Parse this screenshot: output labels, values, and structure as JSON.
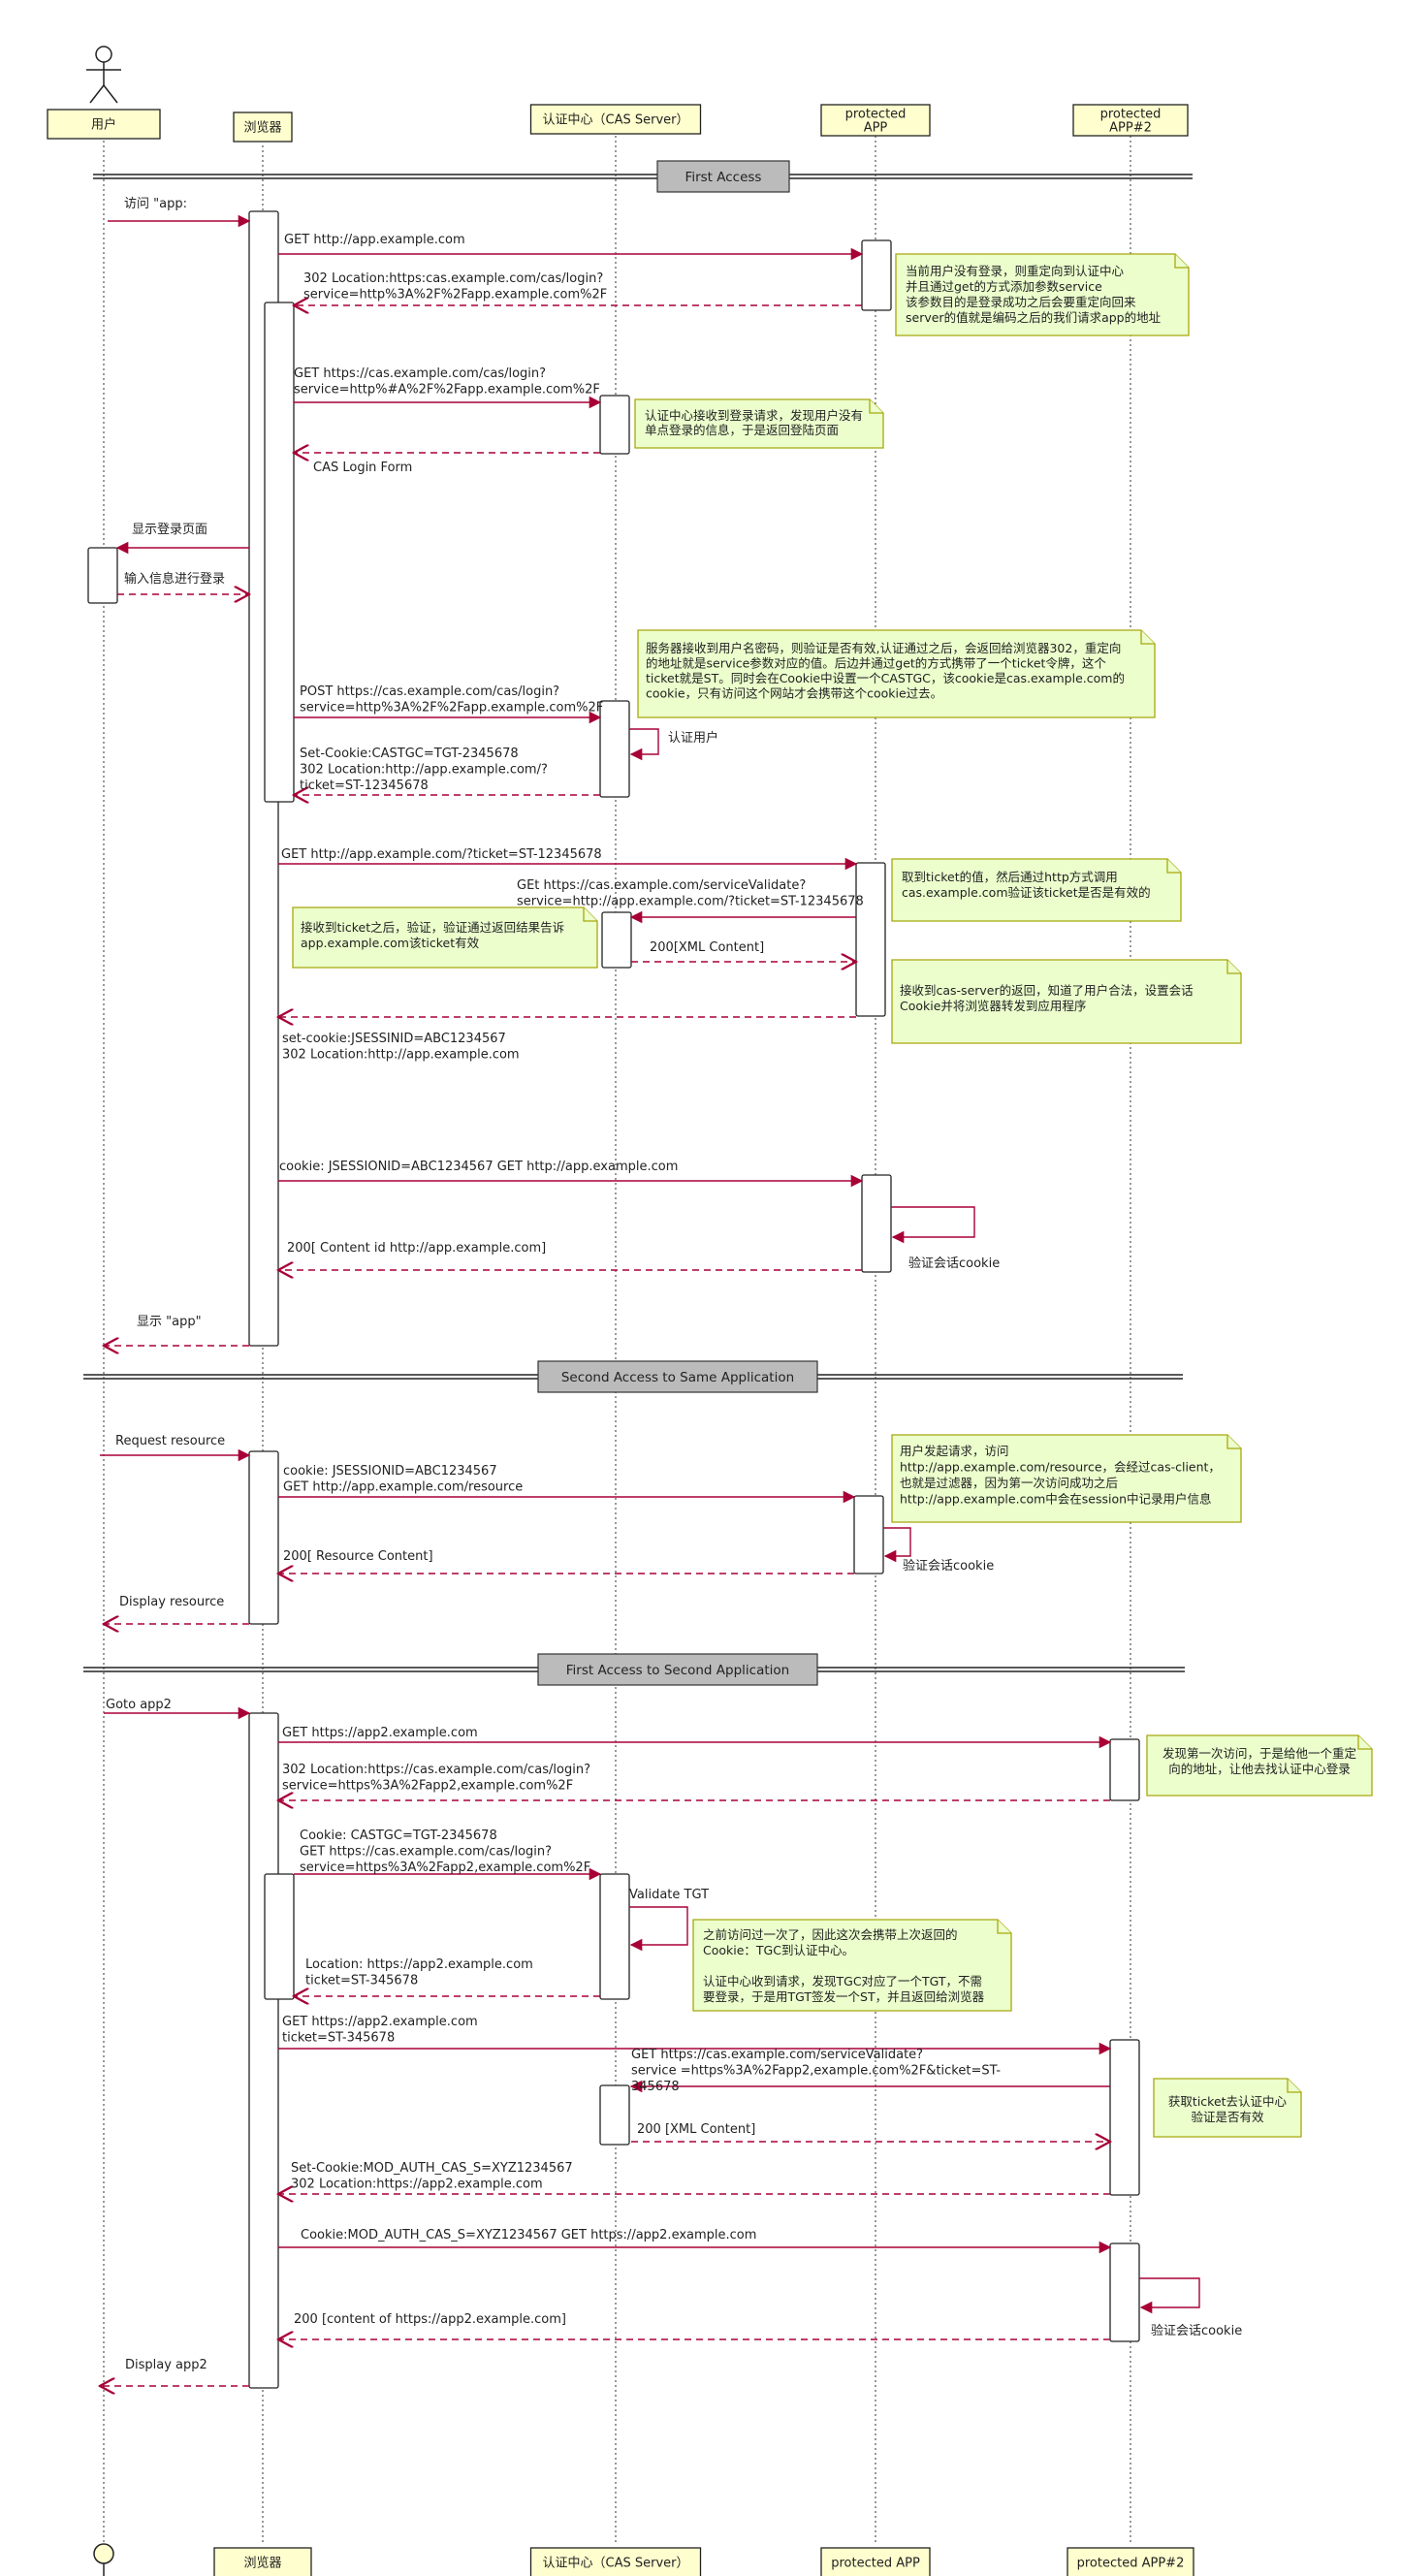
{
  "participants": [
    {
      "id": "user",
      "top_label": "用户",
      "bottom_label": "",
      "kind": "actor"
    },
    {
      "id": "browser",
      "top_label": "浏览器",
      "bottom_label": "浏览器",
      "kind": "box"
    },
    {
      "id": "cas",
      "top_label": "认证中心（CAS Server）",
      "bottom_label": "认证中心（CAS Server）",
      "kind": "box"
    },
    {
      "id": "app",
      "top_label": [
        "protected",
        "APP"
      ],
      "bottom_label": "protected APP",
      "kind": "box"
    },
    {
      "id": "app2",
      "top_label": [
        "protected",
        "APP#2"
      ],
      "bottom_label": "protected APP#2",
      "kind": "box"
    }
  ],
  "sections": [
    {
      "label": "First Access"
    },
    {
      "label": "Second Access to Same  Application"
    },
    {
      "label": "First Access to Second Application"
    }
  ],
  "messages": [
    {
      "lines": [
        "访问 \"app:"
      ]
    },
    {
      "lines": [
        "GET  http://app.example.com"
      ]
    },
    {
      "lines": [
        "302 Location:https:cas.example.com/cas/login?",
        "service=http%3A%2F%2Fapp.example.com%2F"
      ]
    },
    {
      "lines": [
        "GET https://cas.example.com/cas/login?",
        "service=http%#A%2F%2Fapp.example.com%2F"
      ]
    },
    {
      "lines": [
        "CAS Login Form"
      ]
    },
    {
      "lines": [
        "显示登录页面"
      ]
    },
    {
      "lines": [
        "输入信息进行登录"
      ]
    },
    {
      "lines": [
        "POST https://cas.example.com/cas/login?",
        "service=http%3A%2F%2Fapp.example.com%2F"
      ]
    },
    {
      "lines": [
        "认证用户"
      ]
    },
    {
      "lines": [
        "Set-Cookie:CASTGC=TGT-2345678",
        "302 Location:http://app.example.com/?",
        "ticket=ST-12345678"
      ]
    },
    {
      "lines": [
        "GET http://app.example.com/?ticket=ST-12345678"
      ]
    },
    {
      "lines": [
        "GEt https://cas.example.com/serviceValidate?",
        "service=http://app.example.com/?ticket=ST-12345678"
      ]
    },
    {
      "lines": [
        "200[XML Content]"
      ]
    },
    {
      "lines": [
        "set-cookie:JSESSINID=ABC1234567",
        "302 Location:http://app.example.com"
      ]
    },
    {
      "lines": [
        "cookie: JSESSIONID=ABC1234567 GET http://app.example.com"
      ]
    },
    {
      "lines": [
        "验证会话cookie"
      ]
    },
    {
      "lines": [
        "200[ Content id http://app.example.com]"
      ]
    },
    {
      "lines": [
        "显示 \"app\""
      ]
    },
    {
      "lines": [
        "Request resource"
      ]
    },
    {
      "lines": [
        "cookie: JSESSIONID=ABC1234567",
        "GET http://app.example.com/resource"
      ]
    },
    {
      "lines": [
        "验证会话cookie"
      ]
    },
    {
      "lines": [
        "200[ Resource Content]"
      ]
    },
    {
      "lines": [
        "Display resource"
      ]
    },
    {
      "lines": [
        "Goto app2"
      ]
    },
    {
      "lines": [
        "GET https://app2.example.com"
      ]
    },
    {
      "lines": [
        "302 Location:https://cas.example.com/cas/login?",
        "service=https%3A%2Fapp2,example.com%2F"
      ]
    },
    {
      "lines": [
        "Cookie: CASTGC=TGT-2345678",
        "GET https://cas.example.com/cas/login?",
        "service=https%3A%2Fapp2,example.com%2F"
      ]
    },
    {
      "lines": [
        "Validate TGT"
      ]
    },
    {
      "lines": [
        "Location: https://app2.example.com",
        "ticket=ST-345678"
      ]
    },
    {
      "lines": [
        "GET https://app2.example.com",
        "ticket=ST-345678"
      ]
    },
    {
      "lines": [
        "GET https://cas.example.com/serviceValidate?",
        "service =https%3A%2Fapp2,example.com%2F&ticket=ST-",
        "345678"
      ]
    },
    {
      "lines": [
        "200 [XML Content]"
      ]
    },
    {
      "lines": [
        "Set-Cookie:MOD_AUTH_CAS_S=XYZ1234567",
        "302 Location:https://app2.example.com"
      ]
    },
    {
      "lines": [
        "Cookie:MOD_AUTH_CAS_S=XYZ1234567 GET https://app2.example.com"
      ]
    },
    {
      "lines": [
        "验证会话cookie"
      ]
    },
    {
      "lines": [
        "200 [content of https://app2.example.com]"
      ]
    },
    {
      "lines": [
        "Display app2"
      ]
    }
  ],
  "notes": [
    {
      "lines": [
        "当前用户没有登录，则重定向到认证中心",
        "并且通过get的方式添加参数service",
        "该参数目的是登录成功之后会要重定向回来",
        "server的值就是编码之后的我们请求app的地址"
      ]
    },
    {
      "lines": [
        "认证中心接收到登录请求，发现用户没有",
        "单点登录的信息，于是返回登陆页面"
      ]
    },
    {
      "lines": [
        "服务器接收到用户名密码，则验证是否有效,认证通过之后，会返回给浏览器302，重定向",
        "的地址就是service参数对应的值。后边并通过get的方式携带了一个ticket令牌，这个",
        "ticket就是ST。同时会在Cookie中设置一个CASTGC，该cookie是cas.example.com的",
        "cookie，只有访问这个网站才会携带这个cookie过去。"
      ]
    },
    {
      "lines": [
        "取到ticket的值，然后通过http方式调用",
        "cas.example.com验证该ticket是否是有效的"
      ]
    },
    {
      "lines": [
        "接收到ticket之后，验证，验证通过返回结果告诉",
        "app.example.com该ticket有效"
      ]
    },
    {
      "lines": [
        "接收到cas-server的返回，知道了用户合法，设置会话",
        "Cookie并将浏览器转发到应用程序"
      ]
    },
    {
      "lines": [
        "用户发起请求，访问",
        "http://app.example.com/resource，会经过cas-client，",
        "也就是过滤器，因为第一次访问成功之后",
        "http://app.example.com中会在session中记录用户信息"
      ]
    },
    {
      "lines": [
        "发现第一次访问，于是给他一个重定",
        "向的地址，让他去找认证中心登录"
      ]
    },
    {
      "lines": [
        "之前访问过一次了，因此这次会携带上次返回的",
        "Cookie：TGC到认证中心。",
        "",
        "认证中心收到请求，发现TGC对应了一个TGT，不需",
        "要登录，于是用TGT签发一个ST，并且返回给浏览器"
      ]
    },
    {
      "lines": [
        "获取ticket去认证中心",
        "验证是否有效"
      ]
    }
  ],
  "colors": {
    "participant_fill": "#fefece",
    "arrow": "#a80036",
    "note_fill": "#ebfecc",
    "note_border": "#a8a80c",
    "section_fill": "#bbbbbb",
    "divider": "#222222",
    "lifeline": "#555555"
  }
}
